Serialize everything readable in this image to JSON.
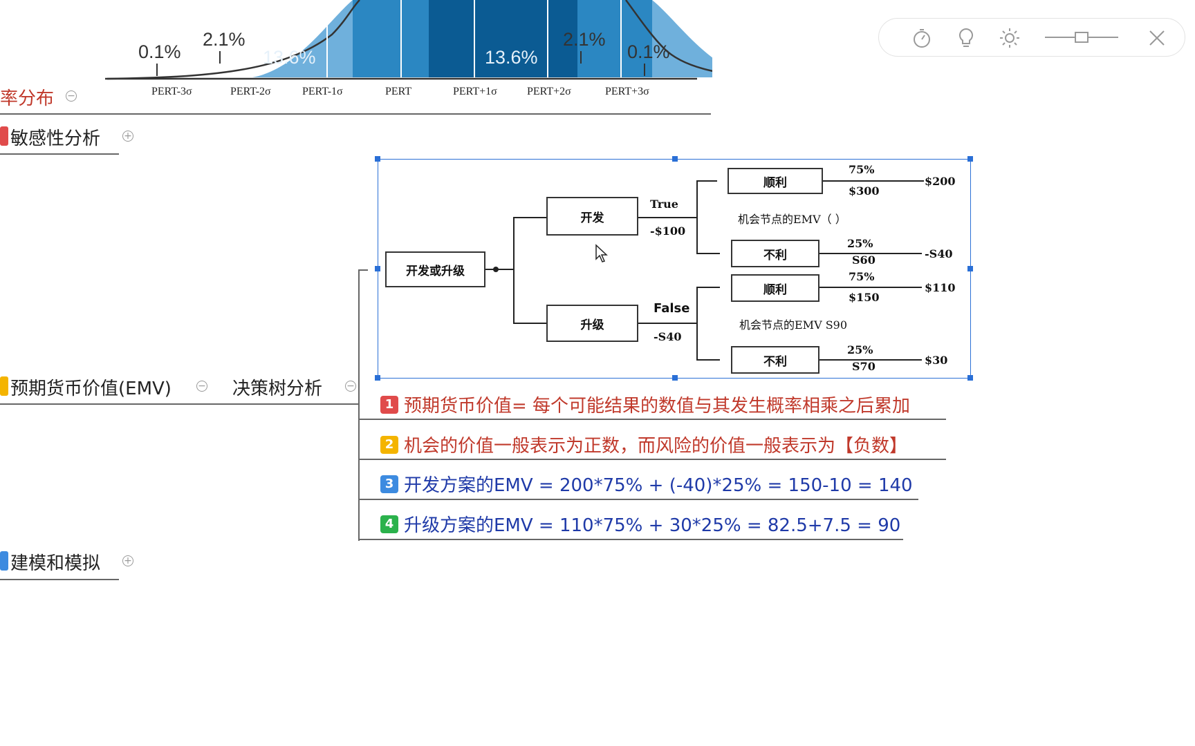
{
  "bell_curve": {
    "percent_labels": {
      "left_outer": "0.1%",
      "left_2": "2.1%",
      "left_13": "13.6%",
      "right_13": "13.6%",
      "right_2": "2.1%",
      "right_outer": "0.1%"
    },
    "axis_labels": [
      "PERT-3σ",
      "PERT-2σ",
      "PERT-1σ",
      "PERT",
      "PERT+1σ",
      "PERT+2σ",
      "PERT+3σ"
    ],
    "colors": {
      "dark": "#0b5b93",
      "mid": "#2b87c2",
      "light": "#6fb0dc"
    }
  },
  "mindmap": {
    "partial_node": "率分布",
    "nodes": {
      "sensitivity": "敏感性分析",
      "emv": "预期货币价值(EMV)",
      "decision_tree": "决策树分析",
      "modeling": "建模和模拟"
    },
    "toggle_collapse": "−",
    "toggle_expand": "+",
    "tag_colors": {
      "sensitivity": "#e04b4b",
      "emv": "#f4b400",
      "modeling": "#3d8be0"
    }
  },
  "tree": {
    "root": "开发或升级",
    "develop": "开发",
    "upgrade": "升级",
    "true_label": "True",
    "false_label": "False",
    "develop_cost": "-$100",
    "upgrade_cost": "-S40",
    "favorable": "顺利",
    "unfavorable": "不利",
    "dev_fav_prob": "75%",
    "dev_fav_val": "$300",
    "dev_fav_out": "$200",
    "dev_chance": "机会节点的EMV（   ）",
    "dev_unfav_prob": "25%",
    "dev_unfav_val": "S60",
    "dev_unfav_out": "-S40",
    "up_fav_prob": "75%",
    "up_fav_val": "$150",
    "up_fav_out": "$110",
    "up_chance": "机会节点的EMV S90",
    "up_unfav_prob": "25%",
    "up_unfav_val": "S70",
    "up_unfav_out": "$30"
  },
  "notes": [
    {
      "num": "1",
      "text": "预期货币价值= 每个可能结果的数值与其发生概率相乘之后累加",
      "badge_color": "#e04b4b"
    },
    {
      "num": "2",
      "text": "机会的价值一般表示为正数，而风险的价值一般表示为【负数】",
      "badge_color": "#f4b400"
    },
    {
      "num": "3",
      "text": "开发方案的EMV = 200*75% + (-40)*25% = 150-10 = 140",
      "badge_color": "#3d8be0"
    },
    {
      "num": "4",
      "text": "升级方案的EMV = 110*75% + 30*25% = 82.5+7.5 = 90",
      "badge_color": "#2bb24c"
    }
  ],
  "toolbar": {
    "icons": [
      "timer-icon",
      "lightbulb-icon",
      "brightness-icon",
      "zoom-slider",
      "close-icon"
    ]
  }
}
